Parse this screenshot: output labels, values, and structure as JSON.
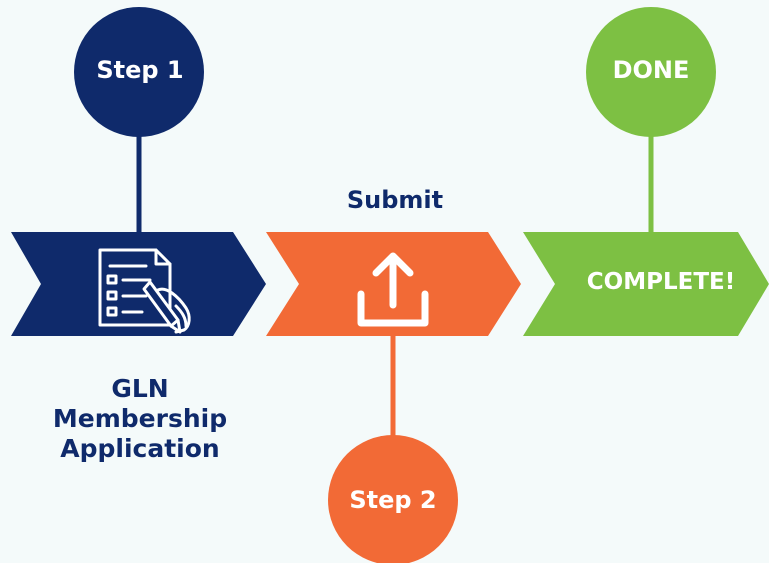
{
  "colors": {
    "navy": "#0f2a6b",
    "orange": "#f26a36",
    "green": "#7dc043",
    "background": "#f4fafa"
  },
  "steps": {
    "step1": {
      "circle_label": "Step 1",
      "icon": "application-form-icon",
      "caption_lines": [
        "GLN",
        "Membership",
        "Application"
      ]
    },
    "step2": {
      "circle_label": "Step 2",
      "title": "Submit",
      "icon": "upload-icon"
    },
    "done": {
      "circle_label": "DONE",
      "arrow_label": "COMPLETE!"
    }
  }
}
